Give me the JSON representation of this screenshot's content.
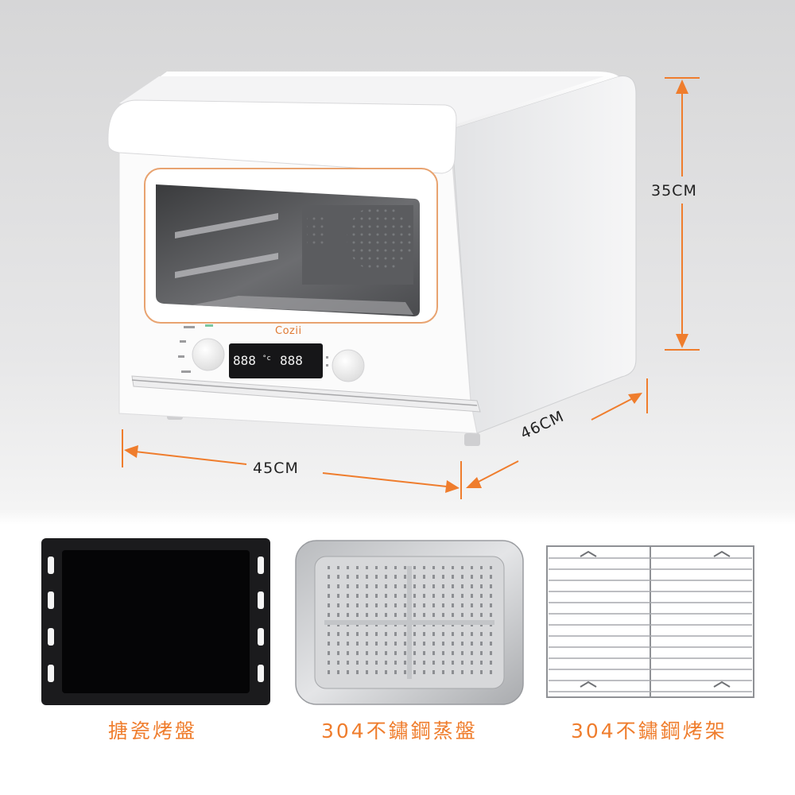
{
  "brand": {
    "name": "Cozii"
  },
  "display": {
    "left_digits": "888",
    "right_digits": "888",
    "unit_mark": "°c"
  },
  "dimensions": {
    "height": "35CM",
    "width": "45CM",
    "depth": "46CM"
  },
  "accessories": [
    {
      "label": "搪瓷烤盤"
    },
    {
      "label": "304不鏽鋼蒸盤"
    },
    {
      "label": "304不鏽鋼烤架"
    }
  ],
  "colors": {
    "accent": "#ef7d2d",
    "oven_body": "#fbfbfb",
    "background_top": "#d6d6d7"
  }
}
